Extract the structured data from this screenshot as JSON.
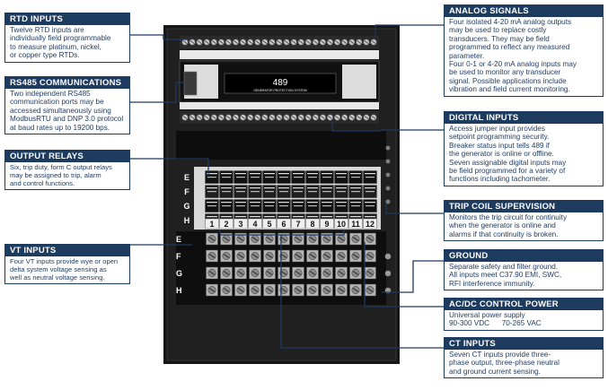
{
  "callouts": {
    "rtd": {
      "title": "RTD INPUTS",
      "lines": [
        "Twelve RTD inputs are",
        "individually field programmable",
        "to measure platinum, nickel,",
        "or copper type RTDs."
      ]
    },
    "rs485": {
      "title": "RS485 COMMUNICATIONS",
      "lines": [
        "Two independent RS485",
        "communication ports may be",
        "accessed simultaneously using",
        "ModbusRTU and DNP 3.0 protocol",
        "at baud rates up to 19200 bps."
      ]
    },
    "output_relays": {
      "title": "OUTPUT RELAYS",
      "lines": [
        "Six, trip duty, form C output relays",
        "may be assigned to trip, alarm",
        "and control functions."
      ]
    },
    "vt": {
      "title": "VT INPUTS",
      "lines": [
        "Four VT inputs provide wye or open",
        "delta system voltage sensing as",
        "well as neutral voltage sensing."
      ]
    },
    "analog": {
      "title": "ANALOG SIGNALS",
      "lines": [
        "Four isolated 4-20 mA analog outputs",
        "may be used to replace costly",
        "transducers. They may be field",
        "programmed to reflect any measured",
        "parameter.",
        "Four 0-1 or 4-20 mA analog inputs may",
        "be used to monitor any transducer",
        "signal. Possible applications include",
        "vibration and field current monitoring."
      ]
    },
    "digital": {
      "title": "DIGITAL INPUTS",
      "lines": [
        "Access jumper input provides",
        "setpoint programming security.",
        "Breaker status input tells 489 if",
        "the generator is online or offline.",
        "Seven assignable digital inputs may",
        "be field programmed for a variety of",
        "functions including tachometer."
      ]
    },
    "trip_coil": {
      "title": "TRIP COIL SUPERVISION",
      "lines": [
        "Monitors the trip circuit for continuity",
        "when the generator is online and",
        "alarms if that continuity is broken."
      ]
    },
    "ground": {
      "title": "GROUND",
      "lines": [
        "Separate safety and filter ground.",
        "All inputs meet C37.90 EMI, SWC,",
        "RFI interference immunity."
      ]
    },
    "control_power": {
      "title": "AC/DC CONTROL POWER",
      "lines": [
        "Universal power supply",
        "90-300 VDC      70-265 VAC"
      ]
    },
    "ct": {
      "title": "CT INPUTS",
      "lines": [
        "Seven CT inputs provide three-",
        "phase output, three-phase neutral",
        "and ground current sensing."
      ]
    }
  },
  "device": {
    "model": "489",
    "subtitle": "GENERATOR PROTECTION SYSTEM",
    "row_letters": [
      "E",
      "F",
      "G",
      "H"
    ],
    "terminal_row_letters": [
      "E",
      "F",
      "G",
      "H"
    ],
    "terminal_numbers": [
      "1",
      "2",
      "3",
      "4",
      "5",
      "6",
      "7",
      "8",
      "9",
      "10",
      "11",
      "12"
    ]
  },
  "colors": {
    "callout_navy": "#1d3a5f",
    "device_black": "#161616",
    "terminal_grey": "#bdbdbd"
  }
}
